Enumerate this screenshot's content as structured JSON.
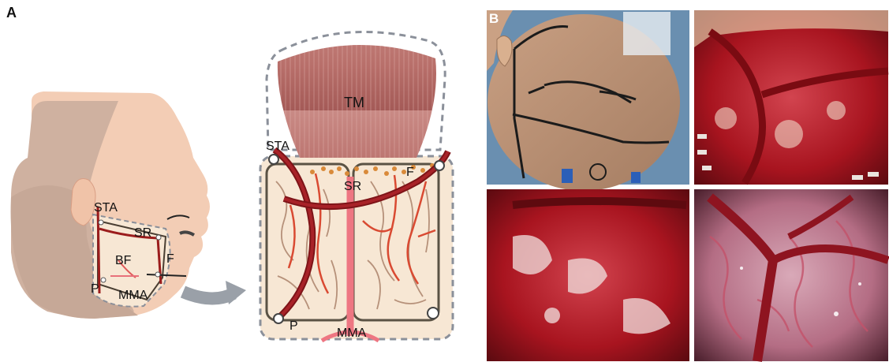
{
  "panel_a": {
    "letter": "A",
    "face_labels": {
      "sta": "STA",
      "sr": "SR",
      "bf": "BF",
      "f": "F",
      "p": "P",
      "mma": "MMA"
    },
    "flap_labels": {
      "tm": "TM",
      "sta": "STA",
      "sr": "SR",
      "f": "F",
      "p": "P",
      "mma": "MMA"
    }
  },
  "panel_b": {
    "letter": "B"
  }
}
